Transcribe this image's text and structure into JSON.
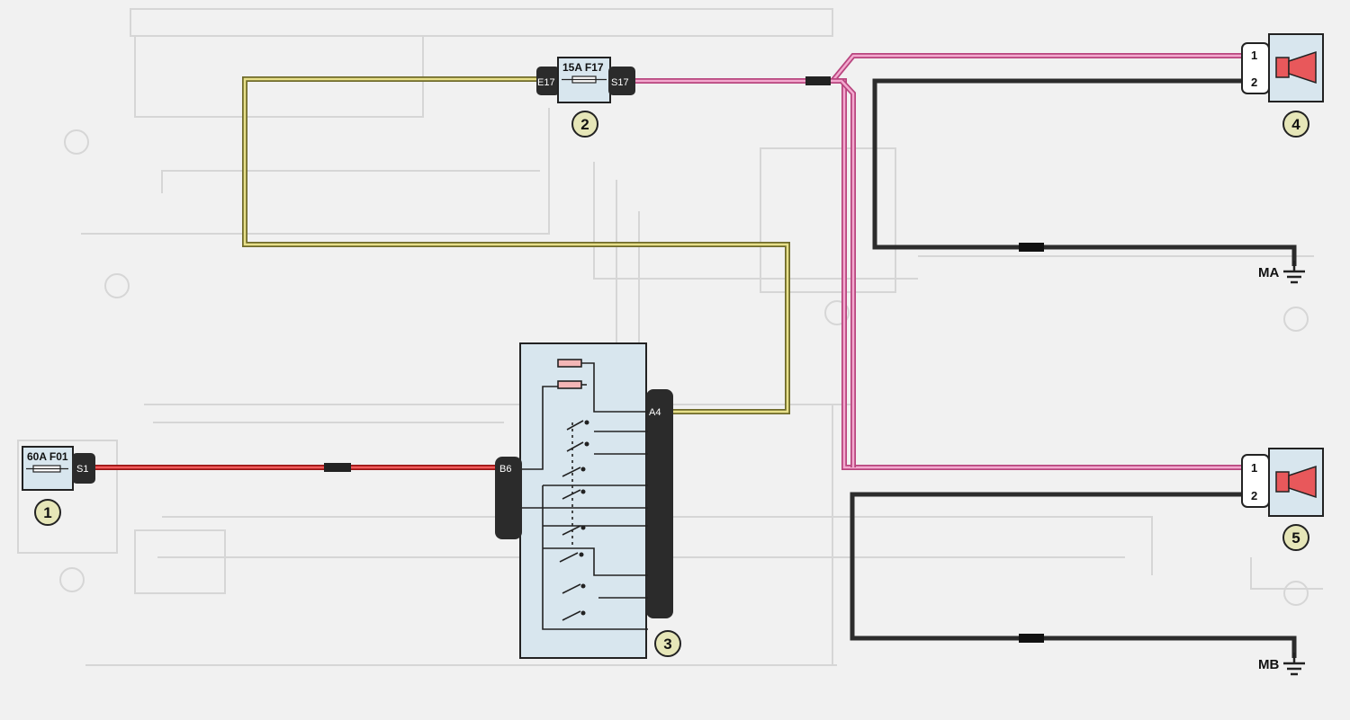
{
  "components": {
    "fuse_main": {
      "label": "60A F01",
      "pin": "S1",
      "number": "1"
    },
    "fuse_horn": {
      "label": "15A F17",
      "pin_in": "E17",
      "pin_out": "S17",
      "number": "2"
    },
    "switch": {
      "pin_in": "B6",
      "pin_out": "A4",
      "number": "3"
    },
    "horn_upper": {
      "pin1": "1",
      "pin2": "2",
      "number": "4"
    },
    "horn_lower": {
      "pin1": "1",
      "pin2": "2",
      "number": "5"
    }
  },
  "grounds": {
    "upper": "MA",
    "lower": "MB"
  },
  "colors": {
    "pink": "#f3a9cf",
    "black": "#2c2c2c",
    "yellow": "#e8e08a",
    "red": "#f25b5b",
    "panel": "#d8e6ee"
  }
}
